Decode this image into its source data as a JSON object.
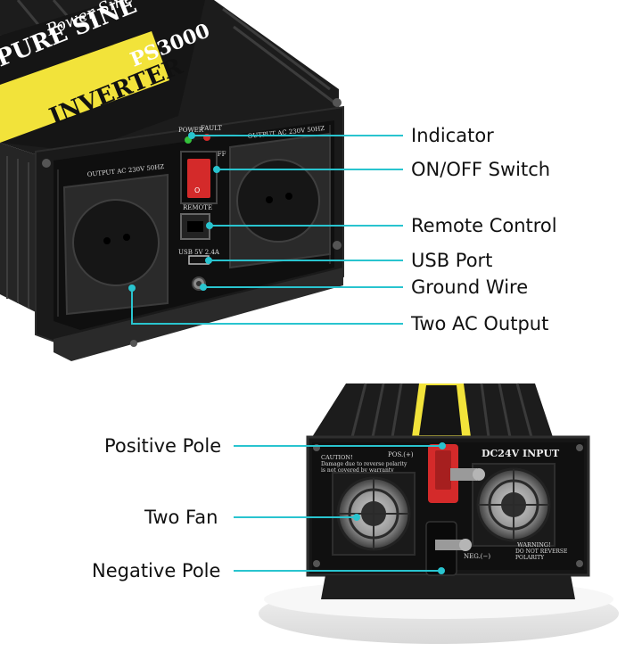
{
  "product": {
    "brand_banner": "Power Sine",
    "model": "PS3000",
    "banner_line": "PURE SINE",
    "banner_word": "INVERTER",
    "front_label_power": "POWER",
    "front_label_fault": "FAULT",
    "front_label_off": "OFF",
    "outlet_left_label": "OUTPUT AC 230V 50HZ",
    "outlet_right_label": "OUTPUT AC 230V 50HZ",
    "remote_label": "REMOTE",
    "usb_label": "USB 5V 2.4A",
    "pos_label": "POS.(+)",
    "input_label": "DC24V INPUT",
    "caution_text": "CAUTION!",
    "caution_detail_1": "Damage due to reverse polarity",
    "caution_detail_2": "is not covered by warranty",
    "warning_text": "WARNING!",
    "warning_detail_1": "DO NOT REVERSE",
    "warning_detail_2": "POLARITY",
    "neg_label": "NEG.(−)"
  },
  "callouts_top": [
    "Indicator",
    "ON/OFF Switch",
    "Remote Control",
    "USB Port",
    "Ground Wire",
    "Two AC Output"
  ],
  "callouts_bottom": [
    "Positive Pole",
    "Two Fan",
    "Negative Pole"
  ],
  "colors": {
    "accent": "#29c4cf",
    "banner_yellow": "#f2e33a",
    "body_black": "#1a1a1a",
    "red_terminal": "#d42a2a"
  }
}
